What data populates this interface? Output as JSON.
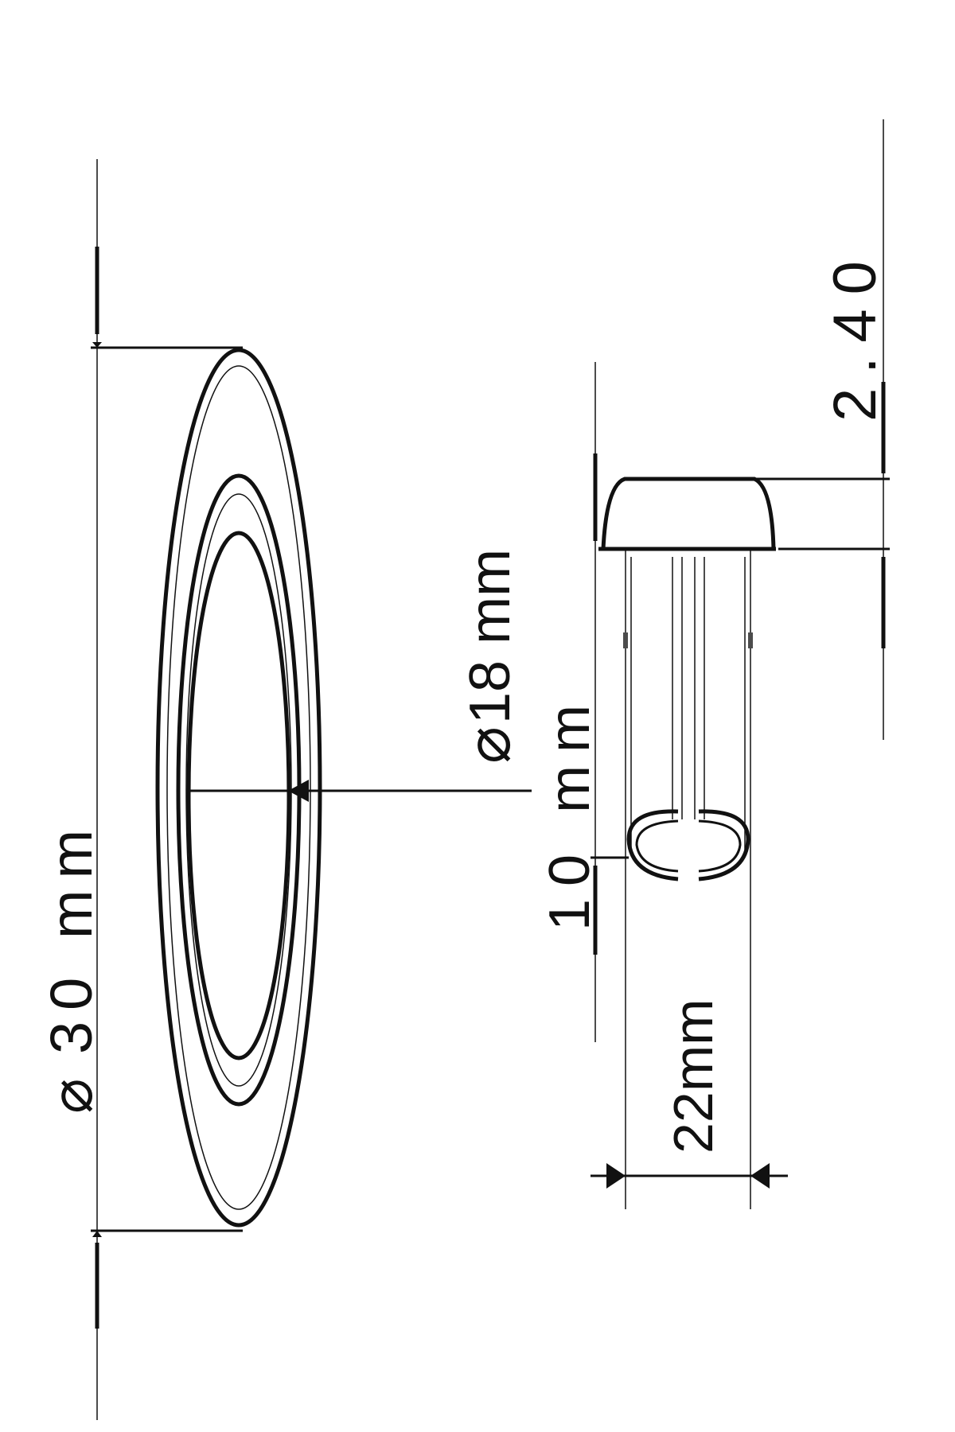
{
  "dimensions": {
    "outer_diameter": {
      "symbol": "⌀",
      "text": "30 mm"
    },
    "inner_diameter": {
      "symbol": "⌀",
      "text": "18 mm"
    },
    "leg_length": {
      "text": "10 mm"
    },
    "head_height": {
      "text": "2.40"
    },
    "leg_width": {
      "text": "22mm"
    }
  },
  "colors": {
    "line": "#111111",
    "background": "#ffffff"
  }
}
